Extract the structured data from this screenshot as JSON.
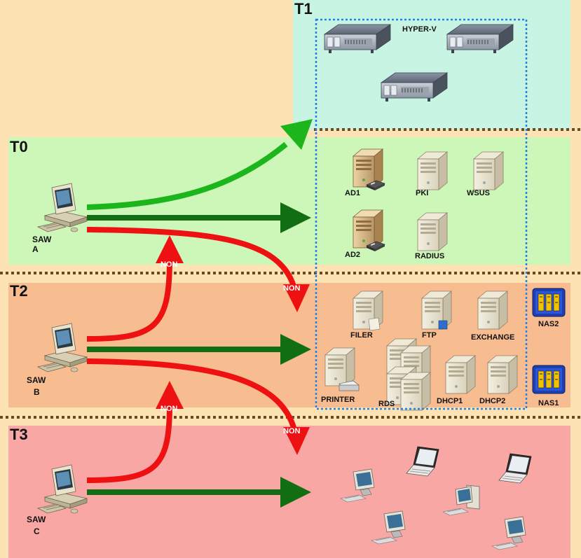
{
  "tiers": {
    "t0": "T0",
    "t1": "T1",
    "t2": "T2",
    "t3": "T3"
  },
  "t1": {
    "hyperv": "HYPER-V"
  },
  "t0": {
    "ad1": "AD1",
    "pki": "PKI",
    "wsus": "WSUS",
    "ad2": "AD2",
    "radius": "RADIUS"
  },
  "t2": {
    "filer": "FILER",
    "ftp": "FTP",
    "exchange": "EXCHANGE",
    "printer": "PRINTER",
    "rds": "RDS",
    "dhcp1": "DHCP1",
    "dhcp2": "DHCP2",
    "nas2": "NAS2",
    "nas1": "NAS1"
  },
  "saw": {
    "a": [
      "SAW",
      "A"
    ],
    "b": [
      "SAW",
      "B"
    ],
    "c": [
      "SAW",
      "C"
    ]
  },
  "badges": {
    "non": "NON"
  },
  "colors": {
    "page": "#fde3b3",
    "t0": "#ccf7b8",
    "t1": "#c8f5e3",
    "t2": "#f8bc91",
    "t3": "#f8a7a5",
    "allowed_up": "#1cb51c",
    "allowed": "#126e12",
    "denied": "#ee1111",
    "boundary": "#1e82e6",
    "divider": "#6b4a2a"
  }
}
